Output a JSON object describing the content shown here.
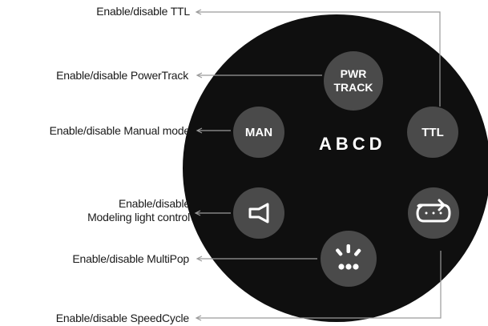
{
  "colors": {
    "dial": "#0f0f0f",
    "button": "#4a4a4a",
    "leader_line": "#9a9a9a",
    "text": "#1a1a1a",
    "button_text": "#ffffff"
  },
  "center_label": "ABCD",
  "buttons": {
    "pwr_track": {
      "line1": "PWR",
      "line2": "TRACK",
      "icon": "text"
    },
    "man": {
      "label": "MAN",
      "icon": "text"
    },
    "ttl": {
      "label": "TTL",
      "icon": "text"
    },
    "modeling": {
      "icon": "modeling-light-icon"
    },
    "multipop": {
      "icon": "multipop-dots-icon"
    },
    "speedcycle": {
      "icon": "speedcycle-icon"
    }
  },
  "labels": {
    "ttl": "Enable/disable TTL",
    "powertrack": "Enable/disable PowerTrack",
    "manual": "Enable/disable Manual mode",
    "modeling_line1": "Enable/disable",
    "modeling_line2": "Modeling light control",
    "multipop": "Enable/disable MultiPop",
    "speedcycle": "Enable/disable SpeedCycle"
  }
}
